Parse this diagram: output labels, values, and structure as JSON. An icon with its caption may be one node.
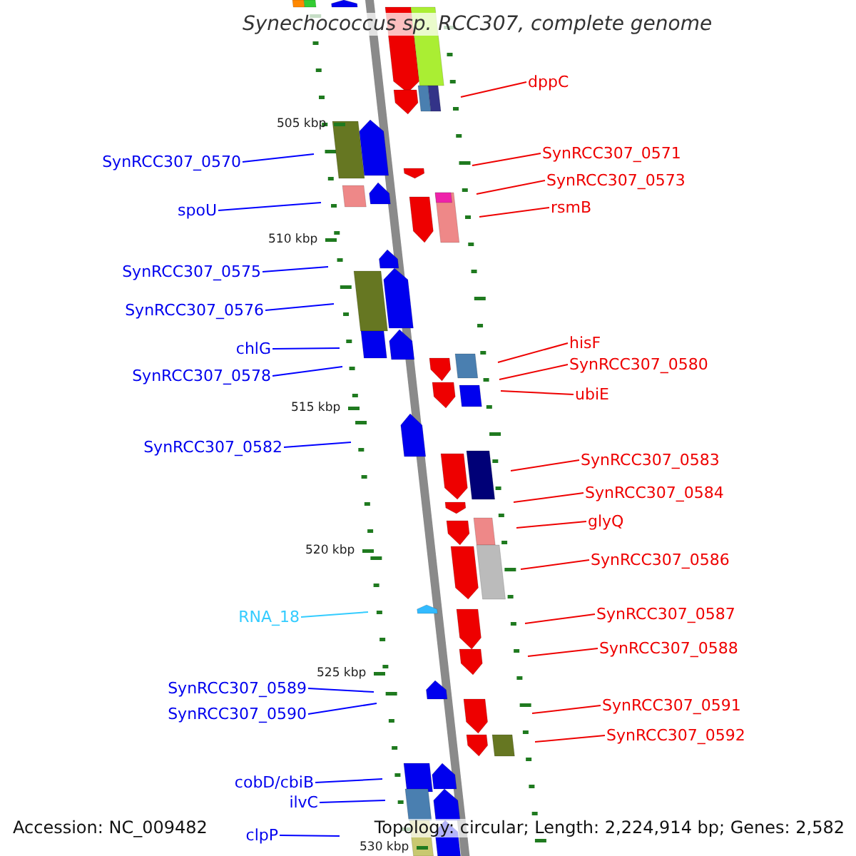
{
  "diagram": {
    "title": "Synechococcus sp. RCC307, complete genome",
    "nodes": [
      {
        "text": [
          "dppC"
        ]
      },
      {
        "text": [
          "SynRCC307_0571"
        ]
      },
      {
        "text": [
          "SynRCC307_0570"
        ]
      },
      {
        "text": [
          "SynRCC307_0573"
        ]
      },
      {
        "text": [
          "rsmB"
        ]
      },
      {
        "text": [
          "spoU"
        ]
      },
      {
        "text": [
          "SynRCC307_0575"
        ]
      },
      {
        "text": [
          "SynRCC307_0576"
        ]
      },
      {
        "text": [
          "hisF"
        ]
      },
      {
        "text": [
          "chlG"
        ]
      },
      {
        "text": [
          "SynRCC307_0580"
        ]
      },
      {
        "text": [
          "SynRCC307_0578"
        ]
      },
      {
        "text": [
          "ubiE"
        ]
      },
      {
        "text": [
          "SynRCC307_0582"
        ]
      },
      {
        "text": [
          "SynRCC307_0583"
        ]
      },
      {
        "text": [
          "SynRCC307_0584"
        ]
      },
      {
        "text": [
          "glyQ"
        ]
      },
      {
        "text": [
          "SynRCC307_0586"
        ]
      },
      {
        "text": [
          "SynRCC307_0587"
        ]
      },
      {
        "text": [
          "RNA_18"
        ]
      },
      {
        "text": [
          "SynRCC307_0588"
        ]
      },
      {
        "text": [
          "SynRCC307_0589"
        ]
      },
      {
        "text": [
          "SynRCC307_0591"
        ]
      },
      {
        "text": [
          "SynRCC307_0590"
        ]
      },
      {
        "text": [
          "SynRCC307_0592"
        ]
      },
      {
        "text": [
          "cobD/cbiB"
        ]
      },
      {
        "text": [
          "ilvC"
        ]
      },
      {
        "text": [
          "clpP"
        ]
      }
    ],
    "edges": [
      {
        "from": 0,
        "to": null,
        "arrow": "none"
      },
      {
        "from": 1,
        "to": null,
        "arrow": "none"
      },
      {
        "from": 2,
        "to": null,
        "arrow": "none",
        "color": "#0000ff"
      },
      {
        "from": 3,
        "to": null,
        "arrow": "none"
      },
      {
        "from": 4,
        "to": null,
        "arrow": "none"
      },
      {
        "from": 5,
        "to": null,
        "arrow": "none",
        "color": "#0000ff"
      },
      {
        "from": 6,
        "to": null,
        "arrow": "none",
        "color": "#0000ff"
      },
      {
        "from": 7,
        "to": null,
        "arrow": "none",
        "color": "#0000ff"
      },
      {
        "from": 8,
        "to": null,
        "arrow": "none"
      },
      {
        "from": 9,
        "to": null,
        "arrow": "none",
        "color": "#0000ff"
      },
      {
        "from": 10,
        "to": null,
        "arrow": "none"
      },
      {
        "from": 11,
        "to": null,
        "arrow": "none",
        "color": "#0000ff"
      },
      {
        "from": 12,
        "to": null,
        "arrow": "none"
      },
      {
        "from": 13,
        "to": null,
        "arrow": "none",
        "color": "#0000ff"
      },
      {
        "from": 14,
        "to": null,
        "arrow": "none"
      },
      {
        "from": 15,
        "to": null,
        "arrow": "none"
      },
      {
        "from": 16,
        "to": null,
        "arrow": "none"
      },
      {
        "from": 17,
        "to": null,
        "arrow": "none"
      },
      {
        "from": 18,
        "to": null,
        "arrow": "none"
      },
      {
        "from": 19,
        "to": null,
        "arrow": "none",
        "color": "#33ccff"
      },
      {
        "from": 20,
        "to": null,
        "arrow": "none"
      },
      {
        "from": 21,
        "to": null,
        "arrow": "none",
        "color": "#0000ff"
      },
      {
        "from": 22,
        "to": null,
        "arrow": "none"
      },
      {
        "from": 23,
        "to": null,
        "arrow": "none",
        "color": "#0000ff"
      },
      {
        "from": 24,
        "to": null,
        "arrow": "none"
      },
      {
        "from": 25,
        "to": null,
        "arrow": "none",
        "color": "#0000ff"
      },
      {
        "from": 26,
        "to": null,
        "arrow": "none",
        "color": "#0000ff"
      },
      {
        "from": 27,
        "to": null,
        "arrow": "none",
        "color": "#0000ff"
      }
    ],
    "labels": [
      "505 kbp",
      "510 kbp",
      "515 kbp",
      "520 kbp",
      "525 kbp",
      "530 kbp",
      "Accession: NC_009482",
      "Topology: circular; Length: 2,224,914 bp; Genes: 2,582"
    ]
  }
}
